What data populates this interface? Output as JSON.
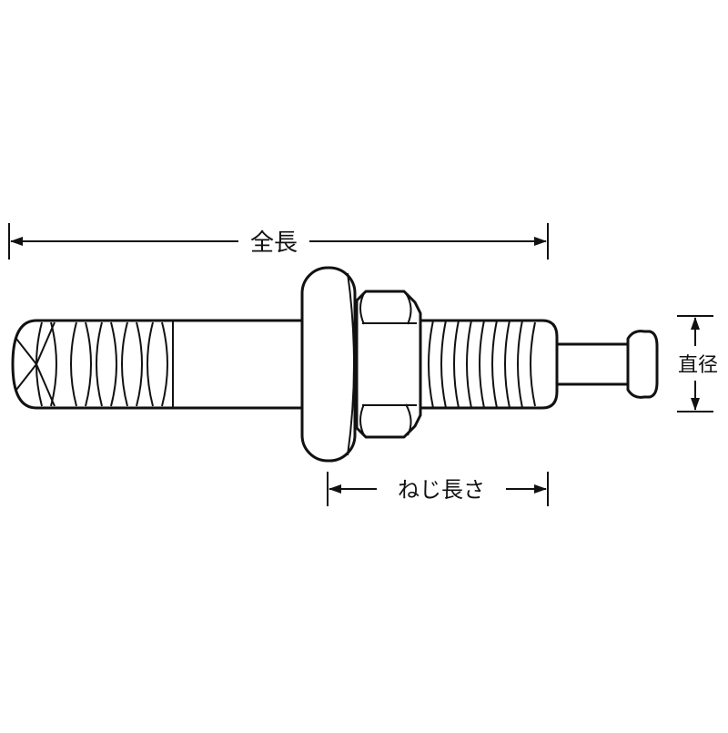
{
  "labels": {
    "total_length": "全長",
    "thread_length": "ねじ長さ",
    "diameter": "直径"
  },
  "colors": {
    "line": "#111111",
    "background": "#ffffff"
  }
}
